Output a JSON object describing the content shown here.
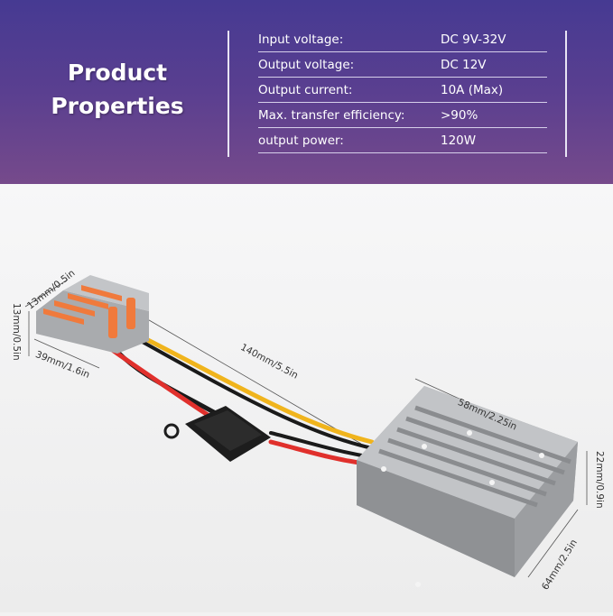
{
  "header": {
    "title_line1": "Product",
    "title_line2": "Properties",
    "specs": [
      {
        "label": "Input voltage:",
        "value": "DC 9V-32V"
      },
      {
        "label": "Output voltage:",
        "value": "DC 12V"
      },
      {
        "label": "Output current:",
        "value": "10A (Max)"
      },
      {
        "label": "Max. transfer efficiency:",
        "value": ">90%"
      },
      {
        "label": "output power:",
        "value": "120W"
      }
    ]
  },
  "dimensions": {
    "connector_width": "13mm/0.5in",
    "connector_height": "13mm/0.5in",
    "connector_length": "39mm/1.6in",
    "cable_length": "140mm/5.5in",
    "box_width": "58mm/2.25in",
    "box_height": "22mm/0.9in",
    "box_length": "64mm/2.5in"
  },
  "colors": {
    "header_top": "#463a92",
    "header_bottom": "#764a8b",
    "wire_yellow": "#f0b41c",
    "wire_red": "#e0302c",
    "wire_black": "#1a1a1a",
    "housing": "#a9abae",
    "lever": "#f07a3c"
  }
}
